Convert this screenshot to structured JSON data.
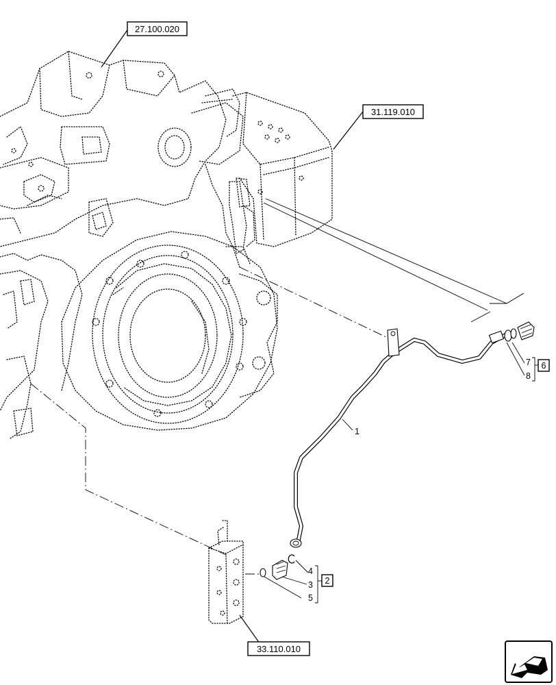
{
  "references": {
    "ref_top": "27.100.020",
    "ref_right": "31.119.010",
    "ref_bottom": "33.110.010"
  },
  "callouts": {
    "c1": "1",
    "c2": "2",
    "c3": "3",
    "c4": "4",
    "c5": "5",
    "c6": "6",
    "c7": "7",
    "c8": "8"
  },
  "icons": {
    "nav_arrow": "arrow-icon"
  },
  "colors": {
    "line": "#000000",
    "background": "#ffffff"
  }
}
